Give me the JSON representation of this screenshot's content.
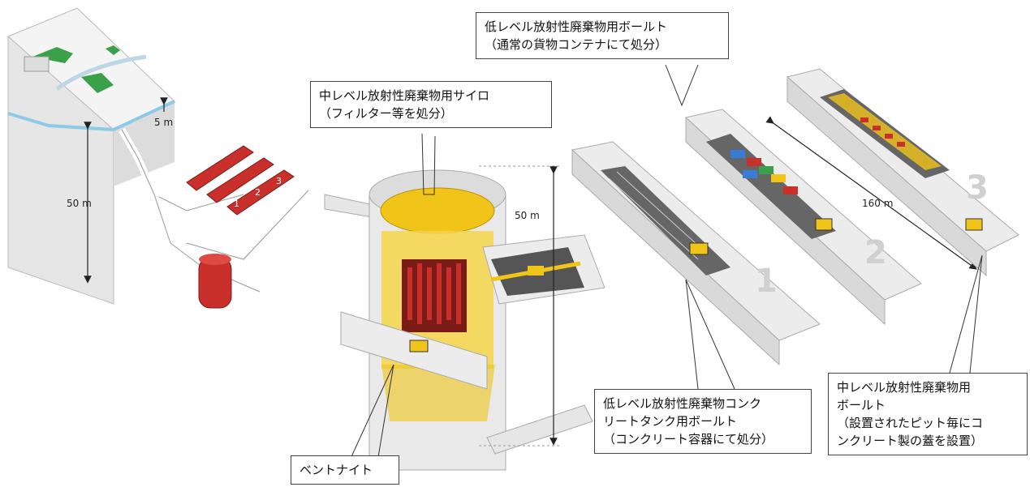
{
  "depth_labels": {
    "surface_depth": "5 m",
    "site_depth": "50 m",
    "silo_height": "50 m",
    "vault_length": "160 m"
  },
  "vault_numbers": [
    "1",
    "2",
    "3"
  ],
  "callouts": {
    "silo": {
      "line1": "中レベル放射性廃棄物用サイロ",
      "line2": "（フィルター等を処分）"
    },
    "low_vault": {
      "line1": "低レベル放射性廃棄物用ボールト",
      "line2": "（通常の貨物コンテナにて処分）"
    },
    "concrete_tank": {
      "line1": "低レベル放射性廃棄物コンク",
      "line2": "リートタンク用ボールト",
      "line3": "（コンクリート容器にて処分）"
    },
    "mid_vault": {
      "line1": "中レベル放射性廃棄物用",
      "line2": "ボールト",
      "line3": "（設置されたピット毎にコ",
      "line4": "ンクリート製の蓋を設置）"
    },
    "bentonite": {
      "line1": "ベントナイト"
    }
  },
  "colors": {
    "red": "#c9302c",
    "yellow": "#f0c419",
    "concrete": "#e6e6e6",
    "rock": "#f2f2f2",
    "water": "#8ec9e8",
    "green": "#3aa04a"
  }
}
